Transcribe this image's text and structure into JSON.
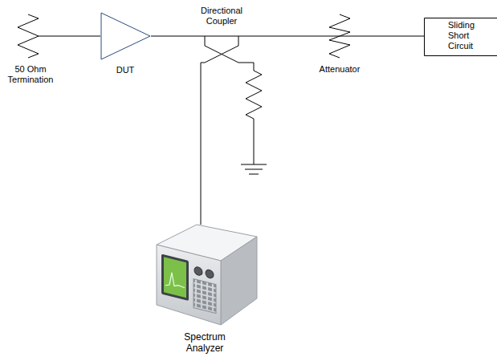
{
  "diagram": {
    "nodes": [
      {
        "text": [
          "50 Ohm Termination"
        ]
      },
      {
        "text": [
          "DUT"
        ]
      },
      {
        "text": [
          "Directional Coupler"
        ]
      },
      {
        "text": [
          "Attenuator"
        ]
      },
      {
        "text": [
          "Sliding Short Circuit"
        ]
      },
      {
        "text": [
          "Spectrum Analyzer"
        ]
      }
    ],
    "edges": [
      {
        "from": 0,
        "to": 1,
        "arrow": "none"
      },
      {
        "from": 1,
        "to": 2,
        "arrow": "none"
      },
      {
        "from": 2,
        "to": 3,
        "arrow": "none"
      },
      {
        "from": 3,
        "to": 4,
        "arrow": "none"
      },
      {
        "from": 2,
        "to": 5,
        "arrow": "none"
      }
    ]
  }
}
